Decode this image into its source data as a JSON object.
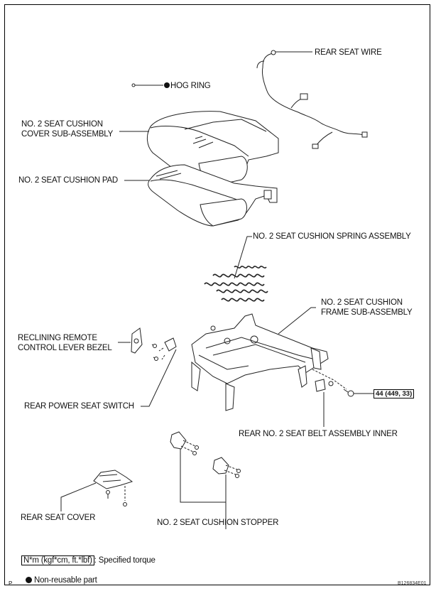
{
  "diagram": {
    "labels": {
      "rear_seat_wire": "REAR SEAT WIRE",
      "hog_ring": "HOG RING",
      "cushion_cover_line1": "NO. 2 SEAT CUSHION",
      "cushion_cover_line2": "COVER SUB-ASSEMBLY",
      "cushion_pad": "NO. 2 SEAT CUSHION PAD",
      "spring_assembly": "NO. 2 SEAT CUSHION SPRING ASSEMBLY",
      "frame_line1": "NO. 2 SEAT CUSHION",
      "frame_line2": "FRAME SUB-ASSEMBLY",
      "bezel_line1": "RECLINING REMOTE",
      "bezel_line2": "CONTROL LEVER BEZEL",
      "power_seat_switch": "REAR POWER SEAT SWITCH",
      "seat_belt_inner": "REAR NO. 2 SEAT BELT ASSEMBLY INNER",
      "rear_seat_cover": "REAR SEAT COVER",
      "cushion_stopper": "NO. 2 SEAT CUSHION STOPPER"
    },
    "torque": "44 (449, 33)",
    "legend": {
      "torque_unit": "N*m (kgf*cm, ft.*lbf)",
      "torque_desc": ": Specified torque",
      "non_reusable": "Non-reusable part"
    },
    "corner_mark": "P",
    "figure_id": "B126834E01"
  }
}
